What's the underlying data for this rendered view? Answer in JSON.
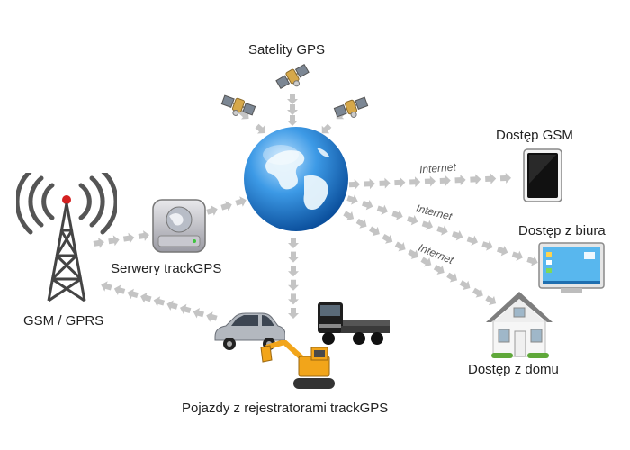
{
  "labels": {
    "satellites": "Satelity GPS",
    "servers": "Serwery trackGPS",
    "gsm_gprs": "GSM / GPRS",
    "vehicles": "Pojazdy z rejestratorami trackGPS",
    "access_gsm": "Dostęp GSM",
    "access_office": "Dostęp z biura",
    "access_home": "Dostęp z domu",
    "internet_1": "Internet",
    "internet_2": "Internet",
    "internet_3": "Internet"
  },
  "icons": {
    "satellite": "satellite-icon",
    "globe": "globe-icon",
    "tower": "cell-tower-icon",
    "server": "server-icon",
    "phone": "phone-icon",
    "monitor": "monitor-icon",
    "house": "house-icon",
    "car": "car-icon",
    "truck": "truck-icon",
    "excavator": "excavator-icon"
  },
  "colors": {
    "arrow": "#c4c4c4",
    "globe_ocean": "#2f8fe0",
    "globe_land": "#e8f3fb",
    "excavator": "#f2a51a",
    "truck_cab": "#1e1e1e",
    "car": "#aab0b8"
  }
}
